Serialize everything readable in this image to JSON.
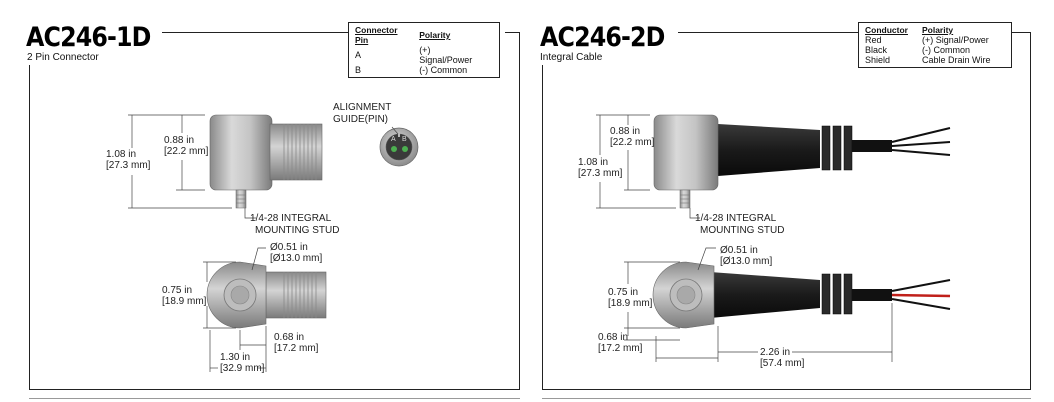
{
  "left": {
    "model": "AC246-1D",
    "subtitle": "2 Pin Connector",
    "table": {
      "headers": [
        "Connector Pin",
        "Polarity"
      ],
      "rows": [
        [
          "A",
          "(+) Signal/Power"
        ],
        [
          "B",
          "(-) Common"
        ]
      ]
    },
    "labels": {
      "height_total": [
        "1.08 in",
        "[27.3 mm]"
      ],
      "height_body": [
        "0.88 in",
        "[22.2 mm]"
      ],
      "alignment_guide": [
        "ALIGNMENT",
        "GUIDE(PIN)"
      ],
      "pin_a": "A",
      "pin_b": "B",
      "stud": [
        "1/4-28 INTEGRAL",
        "MOUNTING STUD"
      ],
      "diameter": [
        "Ø0.51 in",
        "[Ø13.0 mm]"
      ],
      "width_body": [
        "0.75 in",
        "[18.9 mm]"
      ],
      "offset": [
        "0.68 in",
        "[17.2 mm]"
      ],
      "length_total": [
        "1.30 in",
        "[32.9 mm]"
      ]
    }
  },
  "right": {
    "model": "AC246-2D",
    "subtitle": "Integral Cable",
    "table": {
      "headers": [
        "Conductor",
        "Polarity"
      ],
      "rows": [
        [
          "Red",
          "(+) Signal/Power"
        ],
        [
          "Black",
          "(-) Common"
        ],
        [
          "Shield",
          "Cable Drain Wire"
        ]
      ]
    },
    "labels": {
      "height_body": [
        "0.88 in",
        "[22.2 mm]"
      ],
      "height_total": [
        "1.08 in",
        "[27.3 mm]"
      ],
      "stud": [
        "1/4-28 INTEGRAL",
        "MOUNTING STUD"
      ],
      "diameter": [
        "Ø0.51 in",
        "[Ø13.0 mm]"
      ],
      "width_body": [
        "0.75 in",
        "[18.9 mm]"
      ],
      "offset": [
        "0.68 in",
        "[17.2 mm]"
      ],
      "length_total": [
        "2.26 in",
        "[57.4 mm]"
      ]
    }
  },
  "colors": {
    "steel": "#b8b8b8",
    "steel_dark": "#7e7e7e",
    "boot": "#1a1a1a",
    "wire_red": "#c0201a",
    "wire_black": "#111111",
    "pin_green": "#4caf50"
  }
}
